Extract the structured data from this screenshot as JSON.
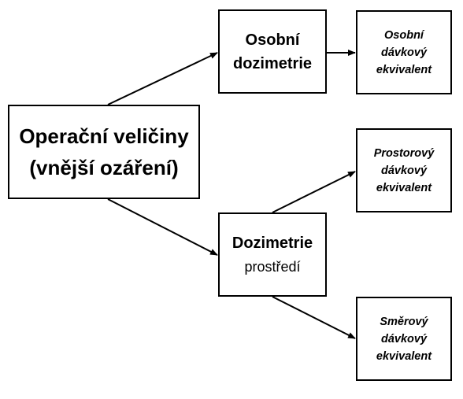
{
  "main": {
    "line1": "Operační veličiny",
    "line2": "(vnější ozáření)"
  },
  "personal_dosimetry": {
    "line1": "Osobní",
    "line2": "dozimetrie"
  },
  "environmental_dosimetry": {
    "line1": "Dozimetrie",
    "line2": "prostředí"
  },
  "personal_dose_equivalent": {
    "line1": "Osobní",
    "line2": "dávkový",
    "line3": "ekvivalent"
  },
  "ambient_dose_equivalent": {
    "line1": "Prostorový",
    "line2": "dávkový",
    "line3": "ekvivalent"
  },
  "directional_dose_equivalent": {
    "line1": "Směrový",
    "line2": "dávkový",
    "line3": "ekvivalent"
  }
}
